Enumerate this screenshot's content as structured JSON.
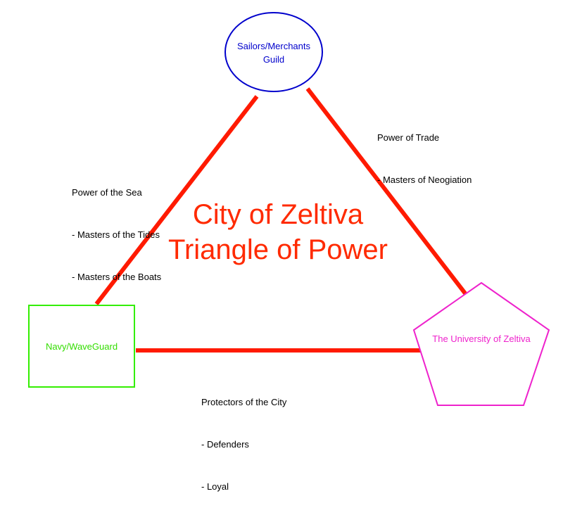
{
  "title": {
    "line1": "City of Zeltiva",
    "line2": "Triangle of Power"
  },
  "nodes": {
    "guild": {
      "line1": "Sailors/Merchants",
      "line2": "Guild"
    },
    "navy": {
      "label": "Navy/WaveGuard"
    },
    "university": {
      "label": "The University of Zeltiva"
    }
  },
  "edges": {
    "sea": {
      "heading": "Power of the Sea",
      "items": [
        "- Masters of the Tides",
        "- Masters of the Boats"
      ]
    },
    "trade": {
      "heading": "Power of Trade",
      "items": [
        "- Masters of Neogiation"
      ]
    },
    "city": {
      "heading": "Protectors of the City",
      "items": [
        "- Defenders",
        "- Loyal"
      ]
    }
  },
  "colors": {
    "connector": "#ff1a00",
    "title": "#ff2a00",
    "guild": "#0000cc",
    "navy": "#33ee00",
    "university": "#ee22cc"
  }
}
